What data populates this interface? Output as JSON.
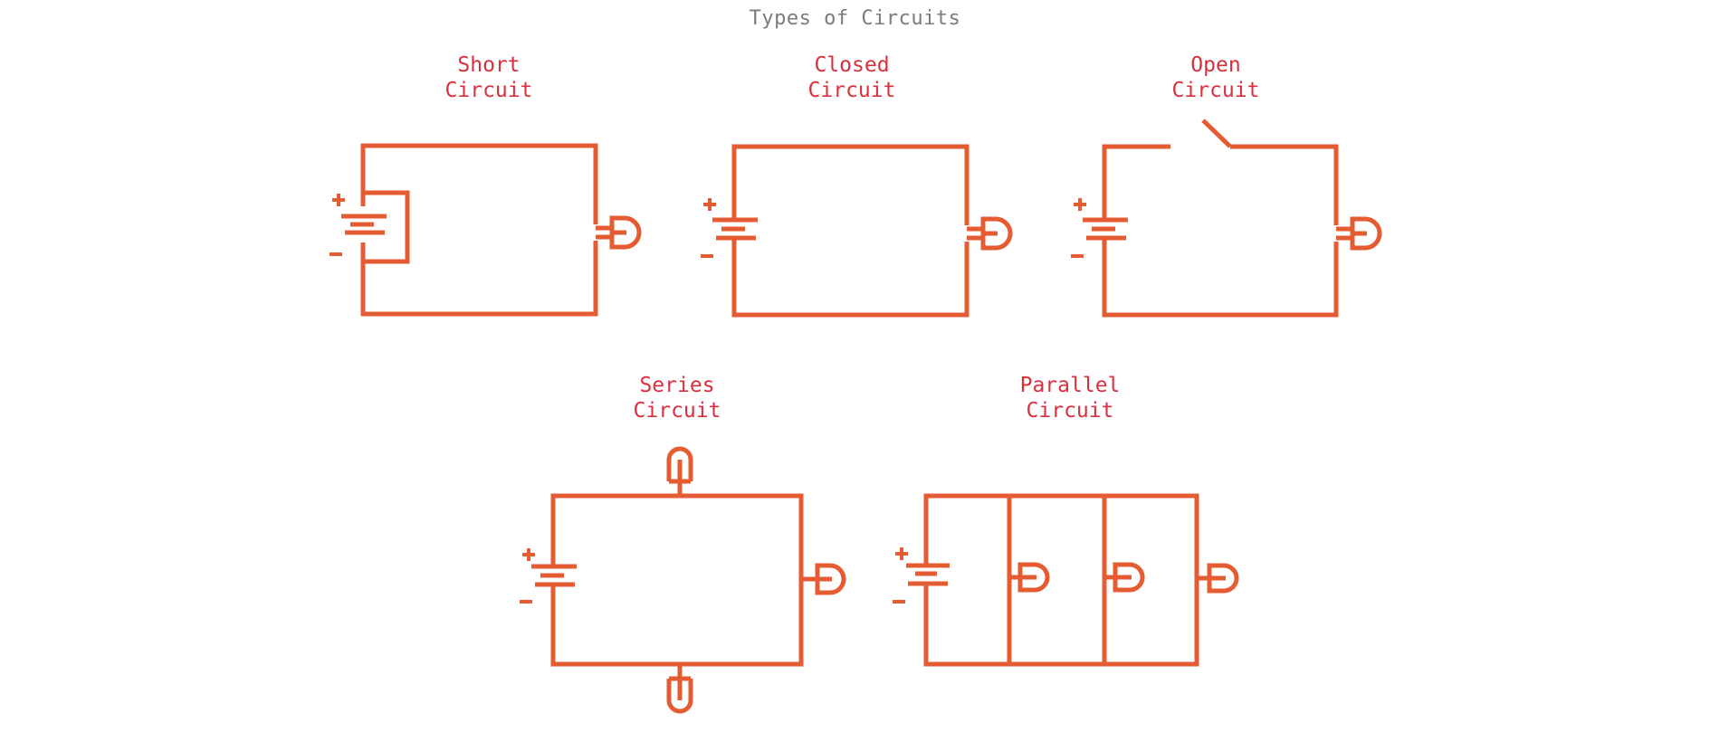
{
  "title": "Types of Circuits",
  "colors": {
    "wire": "#e65c32",
    "label": "#d9303e",
    "title": "#7b7b7b",
    "background": "#ffffff"
  },
  "circuits": [
    {
      "id": "short",
      "label_line1": "Short",
      "label_line2": "Circuit",
      "components": [
        "battery",
        "short-loop",
        "bulb"
      ]
    },
    {
      "id": "closed",
      "label_line1": "Closed",
      "label_line2": "Circuit",
      "components": [
        "battery",
        "bulb"
      ]
    },
    {
      "id": "open",
      "label_line1": "Open",
      "label_line2": "Circuit",
      "components": [
        "battery",
        "open-switch",
        "bulb"
      ]
    },
    {
      "id": "series",
      "label_line1": "Series",
      "label_line2": "Circuit",
      "components": [
        "battery",
        "bulb",
        "bulb",
        "bulb"
      ]
    },
    {
      "id": "parallel",
      "label_line1": "Parallel",
      "label_line2": "Circuit",
      "components": [
        "battery",
        "bulb",
        "bulb",
        "bulb"
      ]
    }
  ],
  "battery_symbols": {
    "positive": "+",
    "negative": "−"
  }
}
